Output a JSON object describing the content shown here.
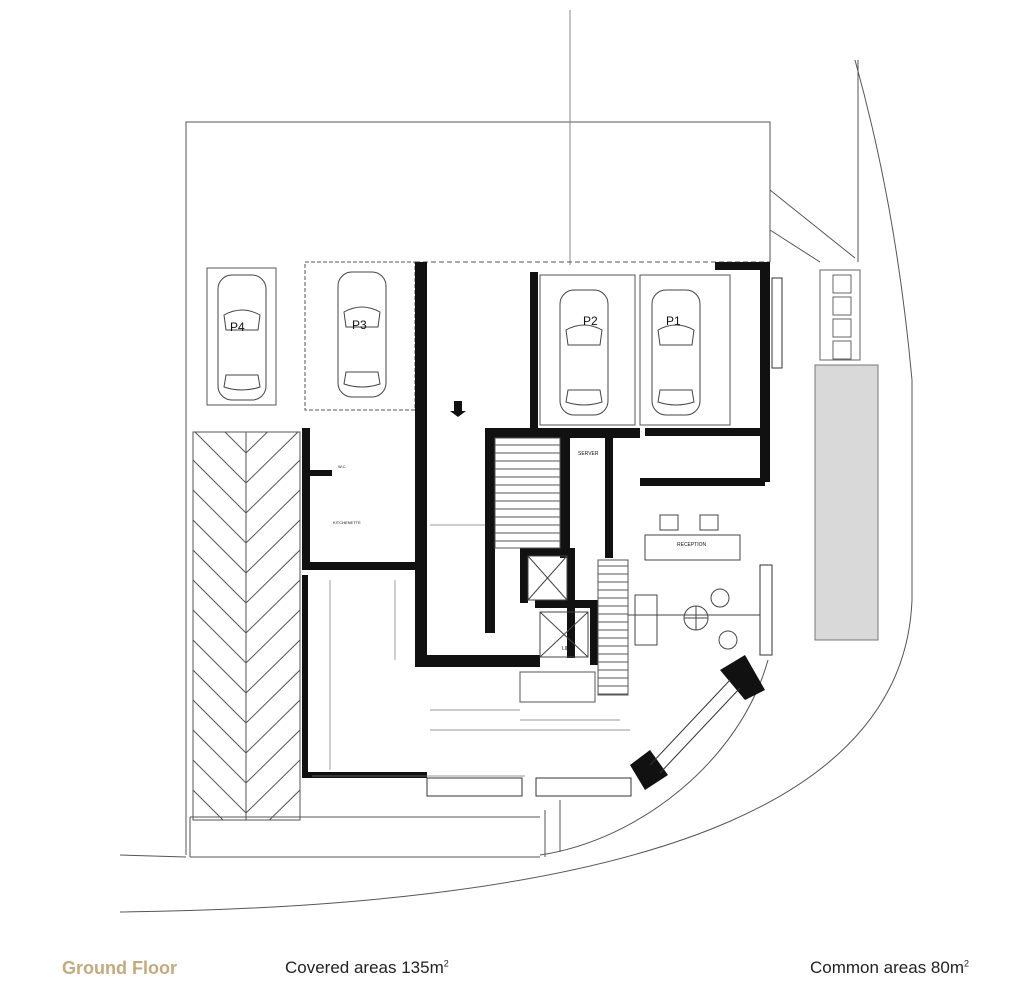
{
  "footer": {
    "title": "Ground Floor",
    "covered_label": "Covered areas 135m",
    "common_label": "Common areas 80m",
    "unit_sup": "2"
  },
  "plan": {
    "parking": [
      "P4",
      "P3",
      "P2",
      "P1"
    ],
    "rooms": {
      "reception": "RECEPTION",
      "server": "SERVER",
      "lift": "LIFT",
      "kitchenette": "KITCHENETTE",
      "wc": "W.C."
    },
    "colors": {
      "wall": "#111111",
      "line": "#555555",
      "title": "#c2ab7e"
    }
  }
}
